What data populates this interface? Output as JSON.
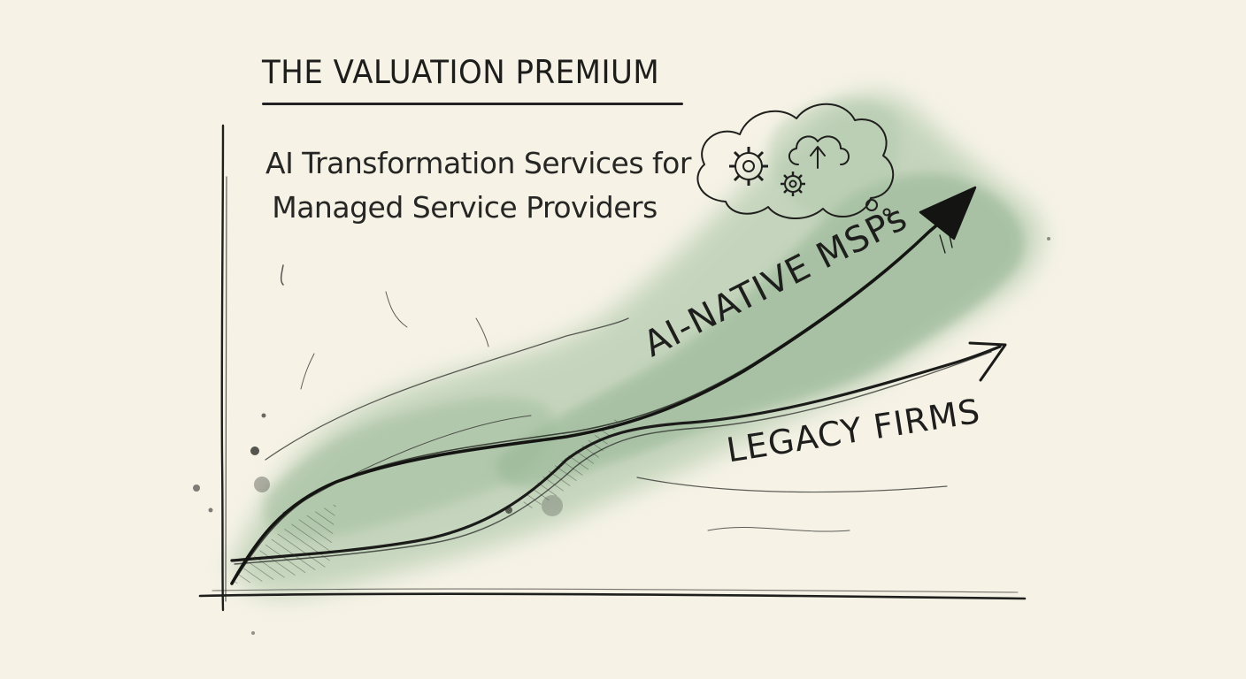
{
  "title": "THE VALUATION PREMIUM",
  "subtitle": {
    "line1": "AI Transformation Services for",
    "line2": "Managed Service Providers"
  },
  "labels": {
    "ai_native": "AI-NATIVE MSPs",
    "legacy": "LEGACY FIRMS"
  },
  "colors": {
    "paper": "#f6f3e6",
    "ink": "#1d1d1b",
    "wash": "#8fb08f"
  },
  "icons": [
    "thought-cloud-icon",
    "gear-icon",
    "small-gear-icon",
    "cloud-upload-icon"
  ]
}
